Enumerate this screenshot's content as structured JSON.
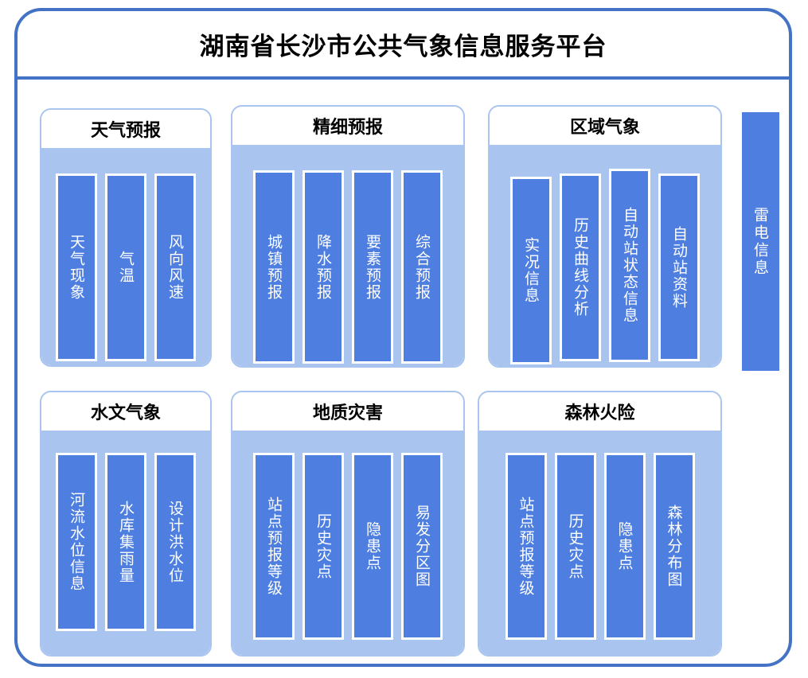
{
  "platform": {
    "title": "湖南省长沙市公共气象信息服务平台",
    "colors": {
      "frame_border": "#4472c4",
      "panel_border": "#a8c4ef",
      "panel_body": "#a8c4ef",
      "block_fill": "#4e7fe0",
      "block_border": "#ffffff",
      "block_text": "#ffffff",
      "title_text": "#000000"
    }
  },
  "panels": [
    {
      "id": "weather-forecast",
      "title": "天气预报",
      "items": [
        {
          "label": "天气现象"
        },
        {
          "label": "气温"
        },
        {
          "label": "风向风速"
        }
      ]
    },
    {
      "id": "fine-forecast",
      "title": "精细预报",
      "items": [
        {
          "label": "城镇预报"
        },
        {
          "label": "降水预报"
        },
        {
          "label": "要素预报"
        },
        {
          "label": "综合预报"
        }
      ]
    },
    {
      "id": "regional-meteorology",
      "title": "区域气象",
      "items": [
        {
          "label": "实况信息"
        },
        {
          "label": "历史曲线分析"
        },
        {
          "label": "自动站状态信息"
        },
        {
          "label": "自动站资料"
        }
      ]
    },
    {
      "id": "hydro-meteorology",
      "title": "水文气象",
      "items": [
        {
          "label": "河流水位信息"
        },
        {
          "label": "水库集雨量"
        },
        {
          "label": "设计洪水位"
        }
      ]
    },
    {
      "id": "geological-hazard",
      "title": "地质灾害",
      "items": [
        {
          "label": "站点预报等级"
        },
        {
          "label": "历史灾点"
        },
        {
          "label": "隐患点"
        },
        {
          "label": "易发分区图"
        }
      ]
    },
    {
      "id": "forest-fire-risk",
      "title": "森林火险",
      "items": [
        {
          "label": "站点预报等级"
        },
        {
          "label": "历史灾点"
        },
        {
          "label": "隐患点"
        },
        {
          "label": "森林分布图"
        }
      ]
    }
  ],
  "sidebar": {
    "label": "雷电信息"
  }
}
